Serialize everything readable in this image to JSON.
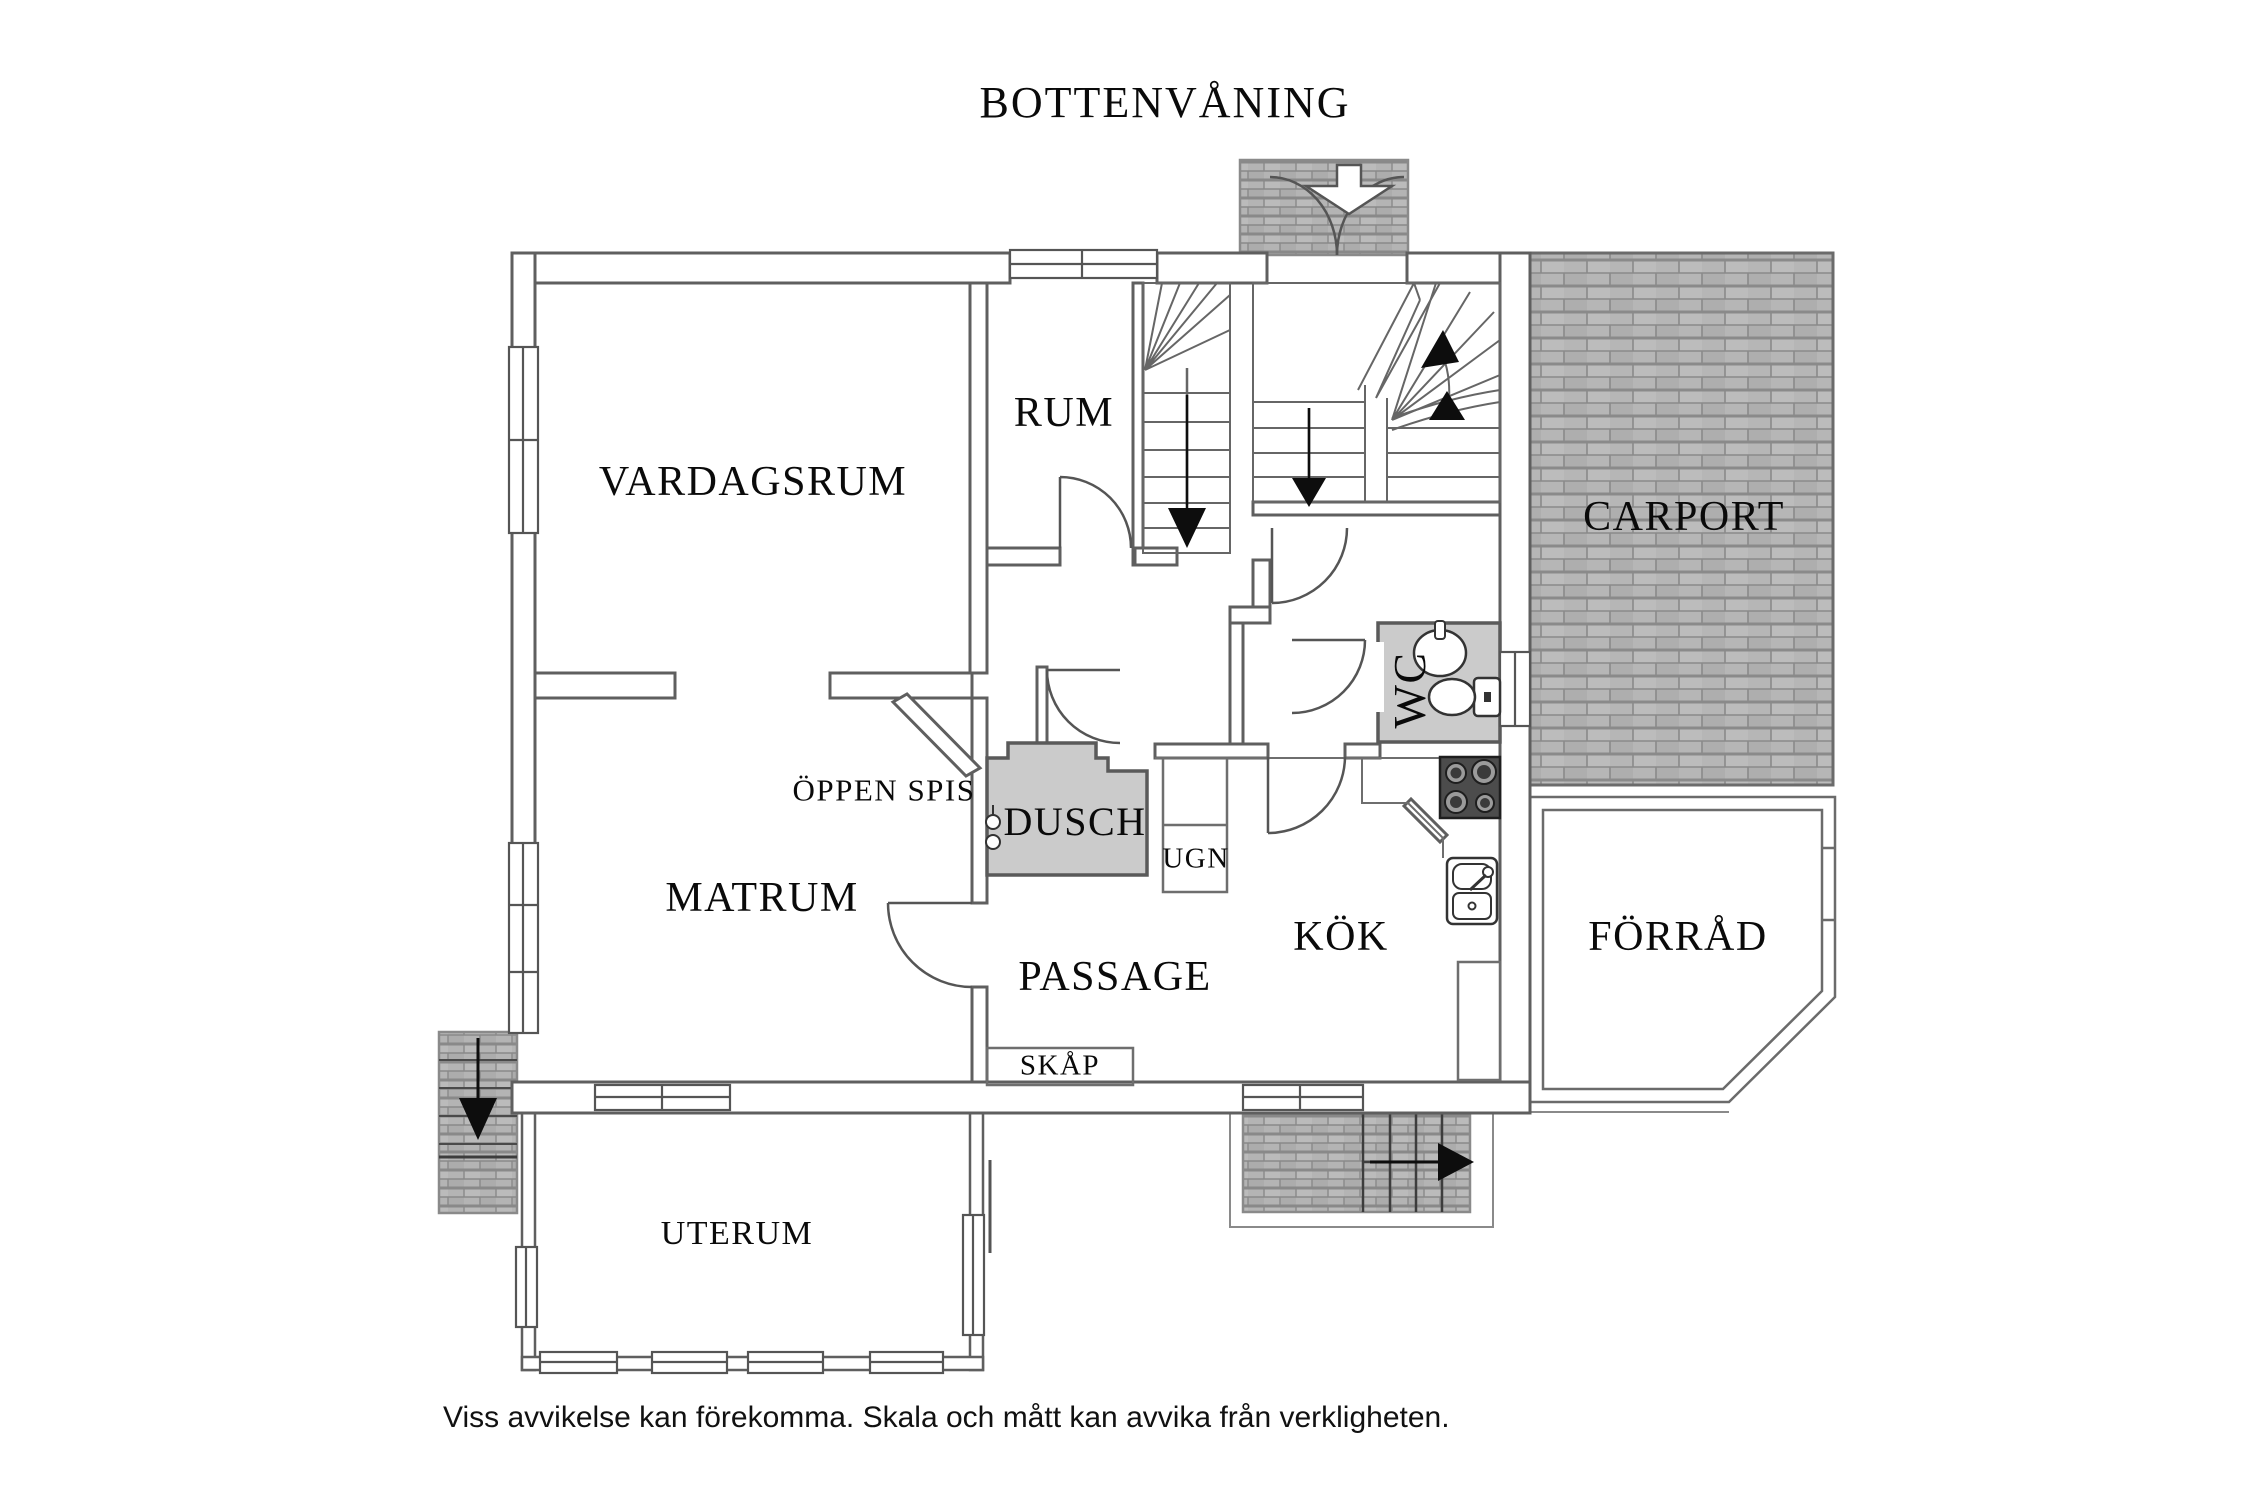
{
  "title": "BOTTENVÅNING",
  "disclaimer": "Viss avvikelse kan förekomma. Skala och mått kan avvika från verkligheten.",
  "floor_plan": {
    "rooms": {
      "vardagsrum": {
        "label": "VARDAGSRUM"
      },
      "rum": {
        "label": "RUM"
      },
      "matrum": {
        "label": "MATRUM"
      },
      "kok": {
        "label": "KÖK"
      },
      "passage": {
        "label": "PASSAGE"
      },
      "dusch": {
        "label": "DUSCH"
      },
      "wc": {
        "label": "WC"
      },
      "ugn": {
        "label": "UGN"
      },
      "skap": {
        "label": "SKÅP"
      },
      "oppen_spis": {
        "label": "ÖPPEN SPIS"
      },
      "carport": {
        "label": "CARPORT"
      },
      "forrad": {
        "label": "FÖRRÅD"
      },
      "uterum": {
        "label": "UTERUM"
      }
    },
    "stairs": [
      {
        "name": "basement-stair",
        "direction": "down"
      },
      {
        "name": "upper-stair",
        "direction": "up"
      },
      {
        "name": "mid-stair",
        "direction": "down"
      }
    ],
    "entrances": [
      {
        "name": "main-entrance",
        "side": "top",
        "arrow": "down"
      },
      {
        "name": "side-steps",
        "side": "left",
        "arrow": "down"
      },
      {
        "name": "kitchen-steps",
        "side": "bottom-right",
        "arrow": "right"
      }
    ],
    "fixtures": [
      "wc-sink",
      "toilet",
      "shower-mixer",
      "stove",
      "kitchen-sink",
      "kitchen-cabinet",
      "fireplace"
    ]
  },
  "colors": {
    "background": "#ffffff",
    "wall_line": "#5f5f5f",
    "thin_line": "#6e6e6e",
    "room_fill_gray": "#cbcbcb",
    "brick_fill": "#b6b6b6",
    "brick_mortar": "#8a8a8a",
    "stove_fill": "#4c4c4c",
    "arrow_fill": "#0d0d0d",
    "text": "#0a0a0a"
  }
}
